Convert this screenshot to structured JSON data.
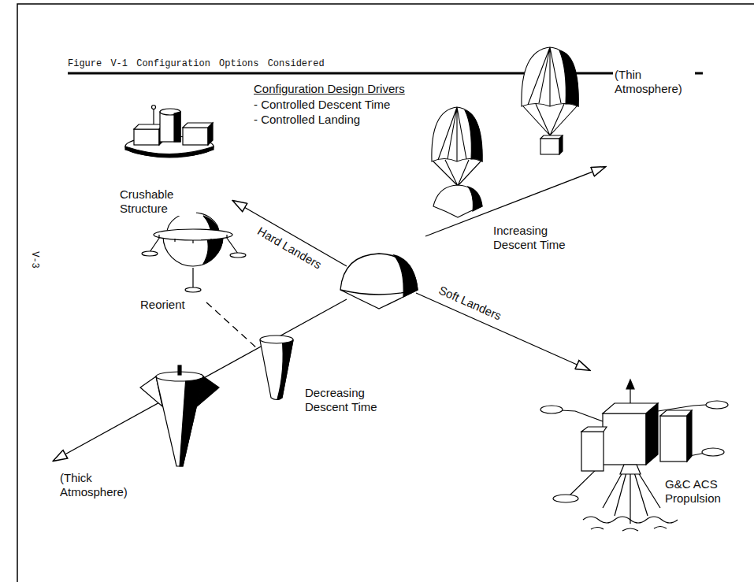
{
  "diagram": {
    "title": "Figure V-1 Configuration Options Considered",
    "labels": [
      "Configuration Design Drivers",
      "- Controlled Descent Time",
      "- Controlled Landing",
      "(Thin Atmosphere)",
      "Crushable Structure",
      "Hard Landers",
      "Increasing Descent Time",
      "V-3",
      "Reorient",
      "Soft Landers",
      "Decreasing Descent Time",
      "(Thick Atmosphere)",
      "G&C ACS Propulsion"
    ]
  }
}
